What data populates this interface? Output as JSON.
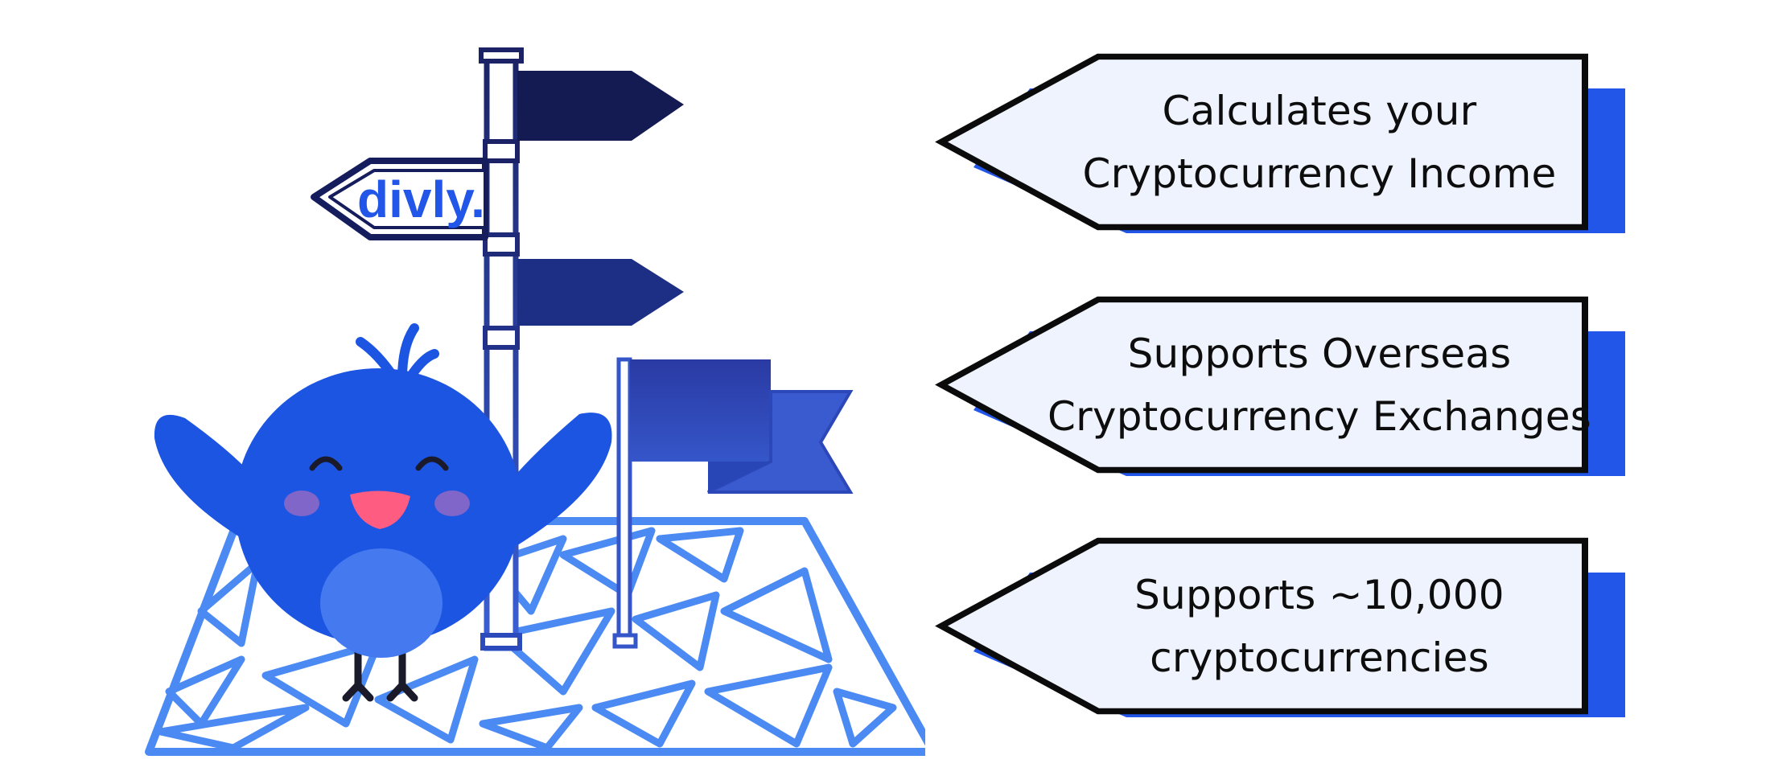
{
  "brand": {
    "sign_text": "divly."
  },
  "features": [
    {
      "line1": "Calculates your",
      "line2": "Cryptocurrency Income"
    },
    {
      "line1": "Supports Overseas",
      "line2": "Cryptocurrency Exchanges"
    },
    {
      "line1": "Supports ~10,000",
      "line2": "cryptocurrencies"
    }
  ],
  "colors": {
    "accent_blue": "#2156e8",
    "bird_blue": "#1d55e3",
    "navy": "#141a52",
    "map_line": "#4c8af3",
    "arrow_fill": "#eef3fd",
    "outline": "#0b0b0b"
  },
  "icons": {
    "mascot": "bird-mascot-icon",
    "signpost": "signpost-icon",
    "flag": "flag-icon",
    "map": "map-icon"
  }
}
